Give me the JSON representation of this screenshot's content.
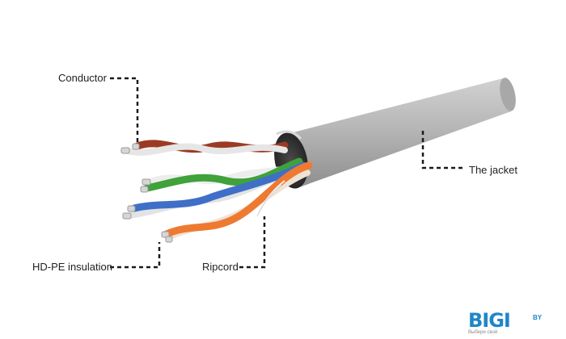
{
  "labels": {
    "conductor": "Conductor",
    "jacket": "The jacket",
    "insulation": "HD-PE insulation",
    "ripcord": "Ripcord"
  },
  "logo": {
    "text": "BIGI",
    "domain": "BY",
    "tagline": "Выбери свой"
  },
  "colors": {
    "jacket": "#b9b9b9",
    "brown": "#9b3b24",
    "green": "#3fa23a",
    "blue": "#3f6fc7",
    "orange": "#ee7a32",
    "white": "#e9e9e9",
    "leader": "#1a1a1a",
    "logo": "#1f86c9"
  }
}
